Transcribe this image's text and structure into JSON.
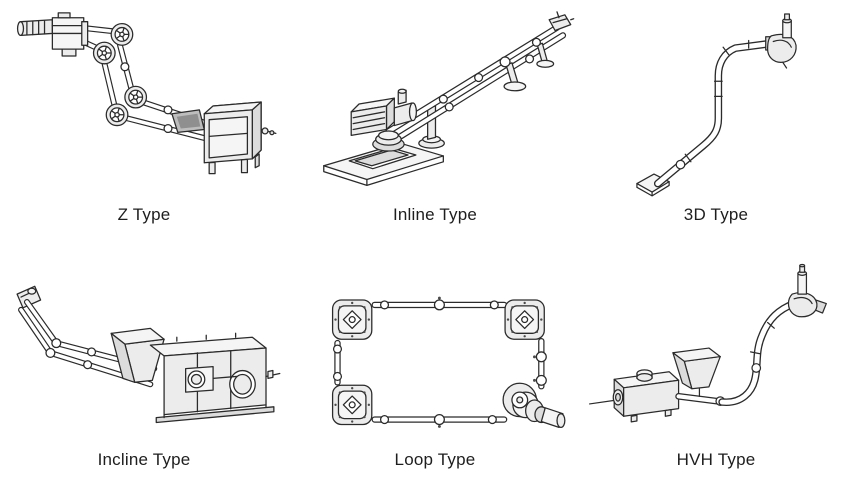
{
  "page": {
    "background_color": "#ffffff",
    "label_color": "#1e1e1e",
    "line_color": "#2b2b2b",
    "shade_color": "#ececec"
  },
  "figures": [
    {
      "label": "Z Type",
      "icon": "z-type-conveyor-icon"
    },
    {
      "label": "Inline Type",
      "icon": "inline-type-conveyor-icon"
    },
    {
      "label": "3D Type",
      "icon": "3d-type-conveyor-icon"
    },
    {
      "label": "Incline Type",
      "icon": "incline-type-conveyor-icon"
    },
    {
      "label": "Loop Type",
      "icon": "loop-type-conveyor-icon"
    },
    {
      "label": "HVH Type",
      "icon": "hvh-type-conveyor-icon"
    }
  ]
}
